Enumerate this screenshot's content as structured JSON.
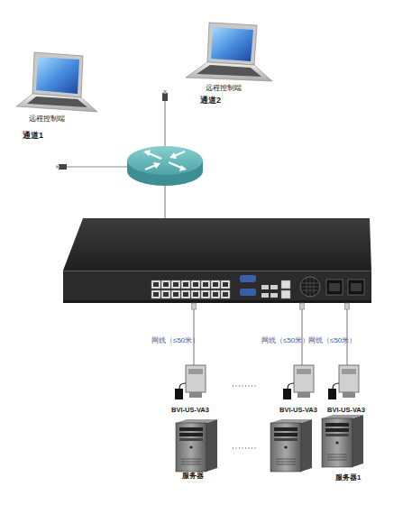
{
  "diagram": {
    "nodes": [
      {
        "text": [
          "远程控制端",
          "通道1"
        ]
      },
      {
        "text": [
          "远程控制端",
          "通道2"
        ]
      },
      {
        "text": [
          "BVI-US-VA3"
        ]
      },
      {
        "text": [
          "BVI-US-VA3"
        ]
      },
      {
        "text": [
          "BVI-US-VA3"
        ]
      },
      {
        "text": [
          "服务器"
        ]
      },
      {
        "text": [
          "服务器1"
        ]
      }
    ],
    "labels": [
      "网线（≤50米）",
      "网线（≤50米）",
      "网线（≤50米）"
    ]
  }
}
